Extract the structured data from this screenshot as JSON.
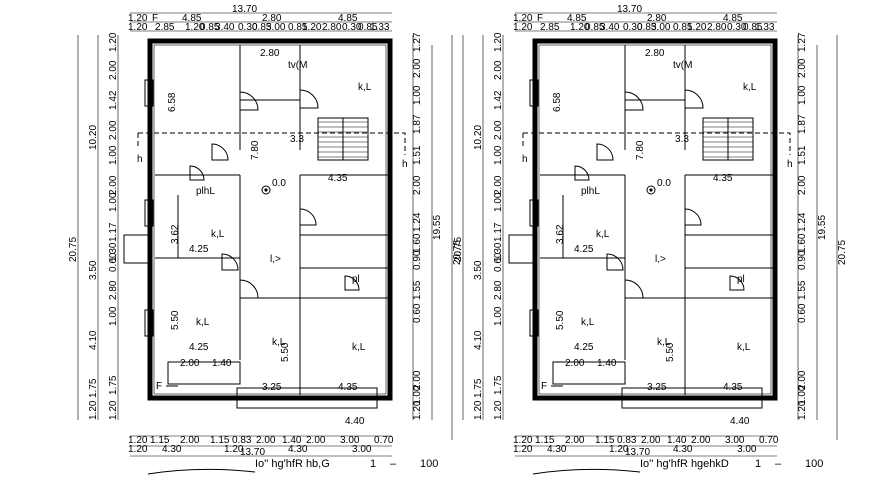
{
  "plans": [
    {
      "id": "left",
      "title": "Io'' hg'hfR hb,G",
      "scale_left": "1",
      "scale_dash": "–",
      "scale_right": "100",
      "top_overall": "13.70",
      "top_row1": [
        "1.20",
        "F",
        "4.85",
        "2.80",
        "4.85"
      ],
      "top_row2": [
        "1.20",
        "2.85",
        "1.20",
        "0.85",
        "3.40",
        "0.30",
        "0.85",
        "3.00",
        "0.85",
        "1.20",
        "2.80",
        "0.30",
        "0.85",
        "1.33"
      ],
      "bottom_row1": [
        "1.20",
        "1.15",
        "2.00",
        "1.15",
        "0.83",
        "2.00",
        "1.40",
        "2.00",
        "3.00",
        "0.70"
      ],
      "bottom_row2": [
        "1.20",
        "4.30",
        "1.20",
        "4.30",
        "3.00"
      ],
      "bottom_overall": "13.70",
      "left_overall": "20.75",
      "left_mid": [
        "10.20",
        "3.50",
        "4.10",
        "1.75",
        "1.20"
      ],
      "left_inner": [
        "1.20",
        "2.00",
        "1.42",
        "2.00",
        "1.00",
        "2.00",
        "1.00",
        "1.17",
        "1.30",
        "0.60",
        "2.80",
        "1.00",
        "1.75",
        "1.20"
      ],
      "right_overall": "20.75",
      "right_mid": "19.55",
      "right_inner": [
        "1.27",
        "2.00",
        "1.00",
        "1.87",
        "1.51",
        "2.00",
        "1.24",
        "1.60",
        "0.90",
        "1.55",
        "0.60",
        "2.00",
        "1.00",
        "1.20"
      ],
      "rooms": {
        "tv": "tv(M",
        "kL_top_right": "k,L",
        "stair_dim": "3.3",
        "h_left": "h",
        "h_right": "h",
        "plhL": "plhL",
        "center_level": "0.0",
        "kL_mid": "k,L",
        "corridor": "l,>",
        "kL_bottom_left": "k,L",
        "kL_bottom_mid": "k,L",
        "kL_bottom_right": "k,L",
        "dim_425a": "4.25",
        "dim_425b": "4.25",
        "dim_435a": "4.35",
        "dim_435b": "4.35",
        "dim_440": "4.40",
        "dim_325": "3.25",
        "dim_280": "2.80",
        "dim_780": "7.80",
        "dim_550a": "5.50",
        "dim_550b": "5.50",
        "dim_658": "6.58",
        "dim_362": "3.62",
        "dim_200a": "2.00",
        "dim_140": "1.40",
        "F_mark": "F",
        "pl": "pl"
      }
    },
    {
      "id": "right",
      "title": "Io'' hg'hfR hgehkD",
      "scale_left": "1",
      "scale_dash": "–",
      "scale_right": "100",
      "top_overall": "13.70",
      "top_row1": [
        "1.20",
        "F",
        "4.85",
        "2.80",
        "4.85"
      ],
      "top_row2": [
        "1.20",
        "2.85",
        "1.20",
        "0.85",
        "3.40",
        "0.30",
        "0.85",
        "3.00",
        "0.85",
        "1.20",
        "2.80",
        "0.30",
        "0.85",
        "1.33"
      ],
      "bottom_row1": [
        "1.20",
        "1.15",
        "2.00",
        "1.15",
        "0.83",
        "2.00",
        "1.40",
        "2.00",
        "3.00",
        "0.70"
      ],
      "bottom_row2": [
        "1.20",
        "4.30",
        "1.20",
        "4.30",
        "3.00"
      ],
      "bottom_overall": "13.70",
      "left_overall": "20.75",
      "left_mid": [
        "10.20",
        "3.50",
        "4.10",
        "1.75",
        "1.20"
      ],
      "left_inner": [
        "1.20",
        "2.00",
        "1.42",
        "2.00",
        "1.00",
        "2.00",
        "1.00",
        "1.17",
        "1.30",
        "0.60",
        "2.80",
        "1.00",
        "1.75",
        "1.20"
      ],
      "right_overall": "20.75",
      "right_mid": "19.55",
      "right_inner": [
        "1.27",
        "2.00",
        "1.00",
        "1.87",
        "1.51",
        "2.00",
        "1.24",
        "1.60",
        "0.90",
        "1.55",
        "0.60",
        "2.00",
        "1.00",
        "1.20"
      ],
      "rooms": {
        "tv": "tv(M",
        "kL_top_right": "k,L",
        "stair_dim": "3.3",
        "h_left": "h",
        "h_right": "h",
        "plhL": "plhL",
        "center_level": "0.0",
        "kL_mid": "k,L",
        "corridor": "l,>",
        "kL_bottom_left": "k,L",
        "kL_bottom_mid": "k,L",
        "kL_bottom_right": "k,L",
        "dim_425a": "4.25",
        "dim_425b": "4.25",
        "dim_435a": "4.35",
        "dim_435b": "4.35",
        "dim_440": "4.40",
        "dim_325": "3.25",
        "dim_280": "2.80",
        "dim_780": "7.80",
        "dim_550a": "5.50",
        "dim_550b": "5.50",
        "dim_658": "6.58",
        "dim_362": "3.62",
        "dim_200a": "2.00",
        "dim_140": "1.40",
        "F_mark": "F",
        "pl": "pl"
      }
    }
  ]
}
